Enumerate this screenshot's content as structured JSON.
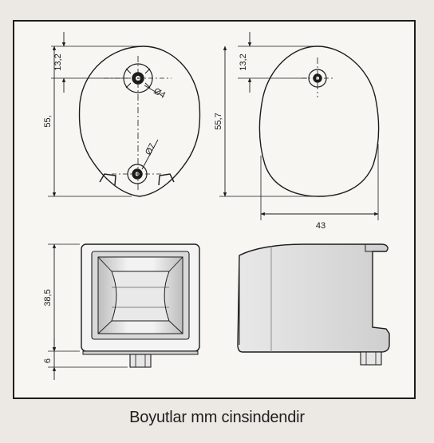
{
  "dimensions": {
    "front_hole_offset": "13,2",
    "front_height": "55,",
    "small_hole": "Ø4",
    "large_hole": "Ø7",
    "back_hole_offset": "13,2",
    "back_height": "55,7",
    "width": "43",
    "lens_height": "38,5",
    "base_height": "6"
  },
  "caption": "Boyutlar mm cinsindendir",
  "colors": {
    "background": "#ece9e4",
    "paper": "#f7f6f2",
    "line": "#1c1c1c",
    "shade": "#cfcfcf"
  }
}
